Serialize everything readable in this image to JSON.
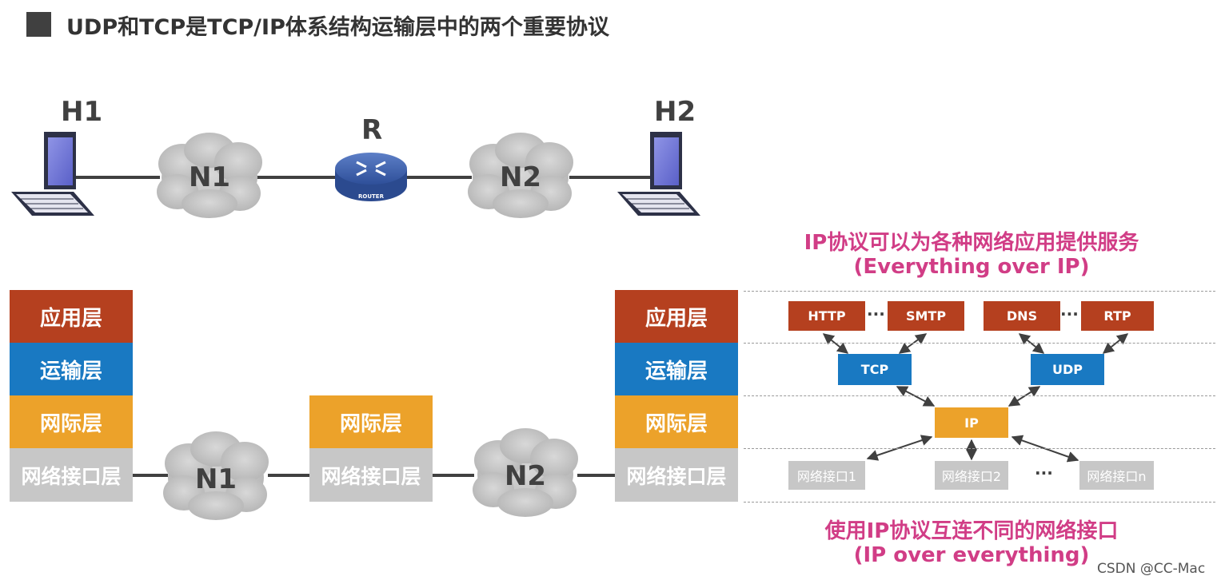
{
  "title": "UDP和TCP是TCP/IP体系结构运输层中的两个重要协议",
  "topology": {
    "host1": "H1",
    "host2": "H2",
    "router": "R",
    "router_badge": "ROUTER",
    "net1": "N1",
    "net2": "N2"
  },
  "stack": {
    "app": "应用层",
    "transport": "运输层",
    "internet": "网际层",
    "link": "网络接口层"
  },
  "protocols": {
    "http": "HTTP",
    "smtp": "SMTP",
    "dns": "DNS",
    "rtp": "RTP",
    "tcp": "TCP",
    "udp": "UDP",
    "ip": "IP",
    "if1": "网络接口1",
    "if2": "网络接口2",
    "ifn": "网络接口n",
    "ellipsis": "···"
  },
  "captions": {
    "top_line1": "IP协议可以为各种网络应用提供服务",
    "top_line2": "(Everything over IP)",
    "bottom_line1": "使用IP协议互连不同的网络接口",
    "bottom_line2": "(IP over everything)"
  },
  "watermark": "CSDN @CC-Mac",
  "colors": {
    "application": "#b5401f",
    "transport": "#1979c2",
    "internet": "#eca22a",
    "link": "#c7c7c7",
    "caption": "#d13d86"
  }
}
